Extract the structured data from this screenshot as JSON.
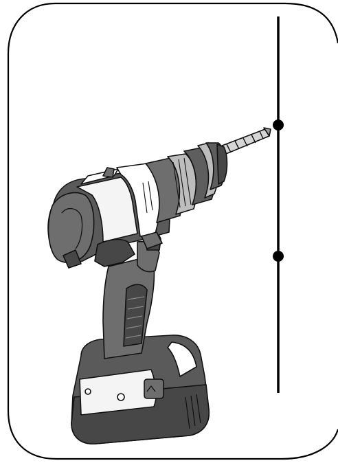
{
  "figure": {
    "subject": "cordless-drill-illustration",
    "markers": [
      {
        "name": "upper-marker"
      },
      {
        "name": "lower-marker"
      }
    ]
  },
  "colors": {
    "frame": "#000000",
    "body_dark": "#5a5a5a",
    "body_mid": "#6e6e6e",
    "body_shadow": "#474747",
    "panel_light": "#f4f4f4",
    "chuck_ring": "#bdbdbd",
    "chuck_dark": "#5e5e5e",
    "bit_fill": "#d6d6d6",
    "outline": "#111111",
    "background": "#ffffff"
  }
}
